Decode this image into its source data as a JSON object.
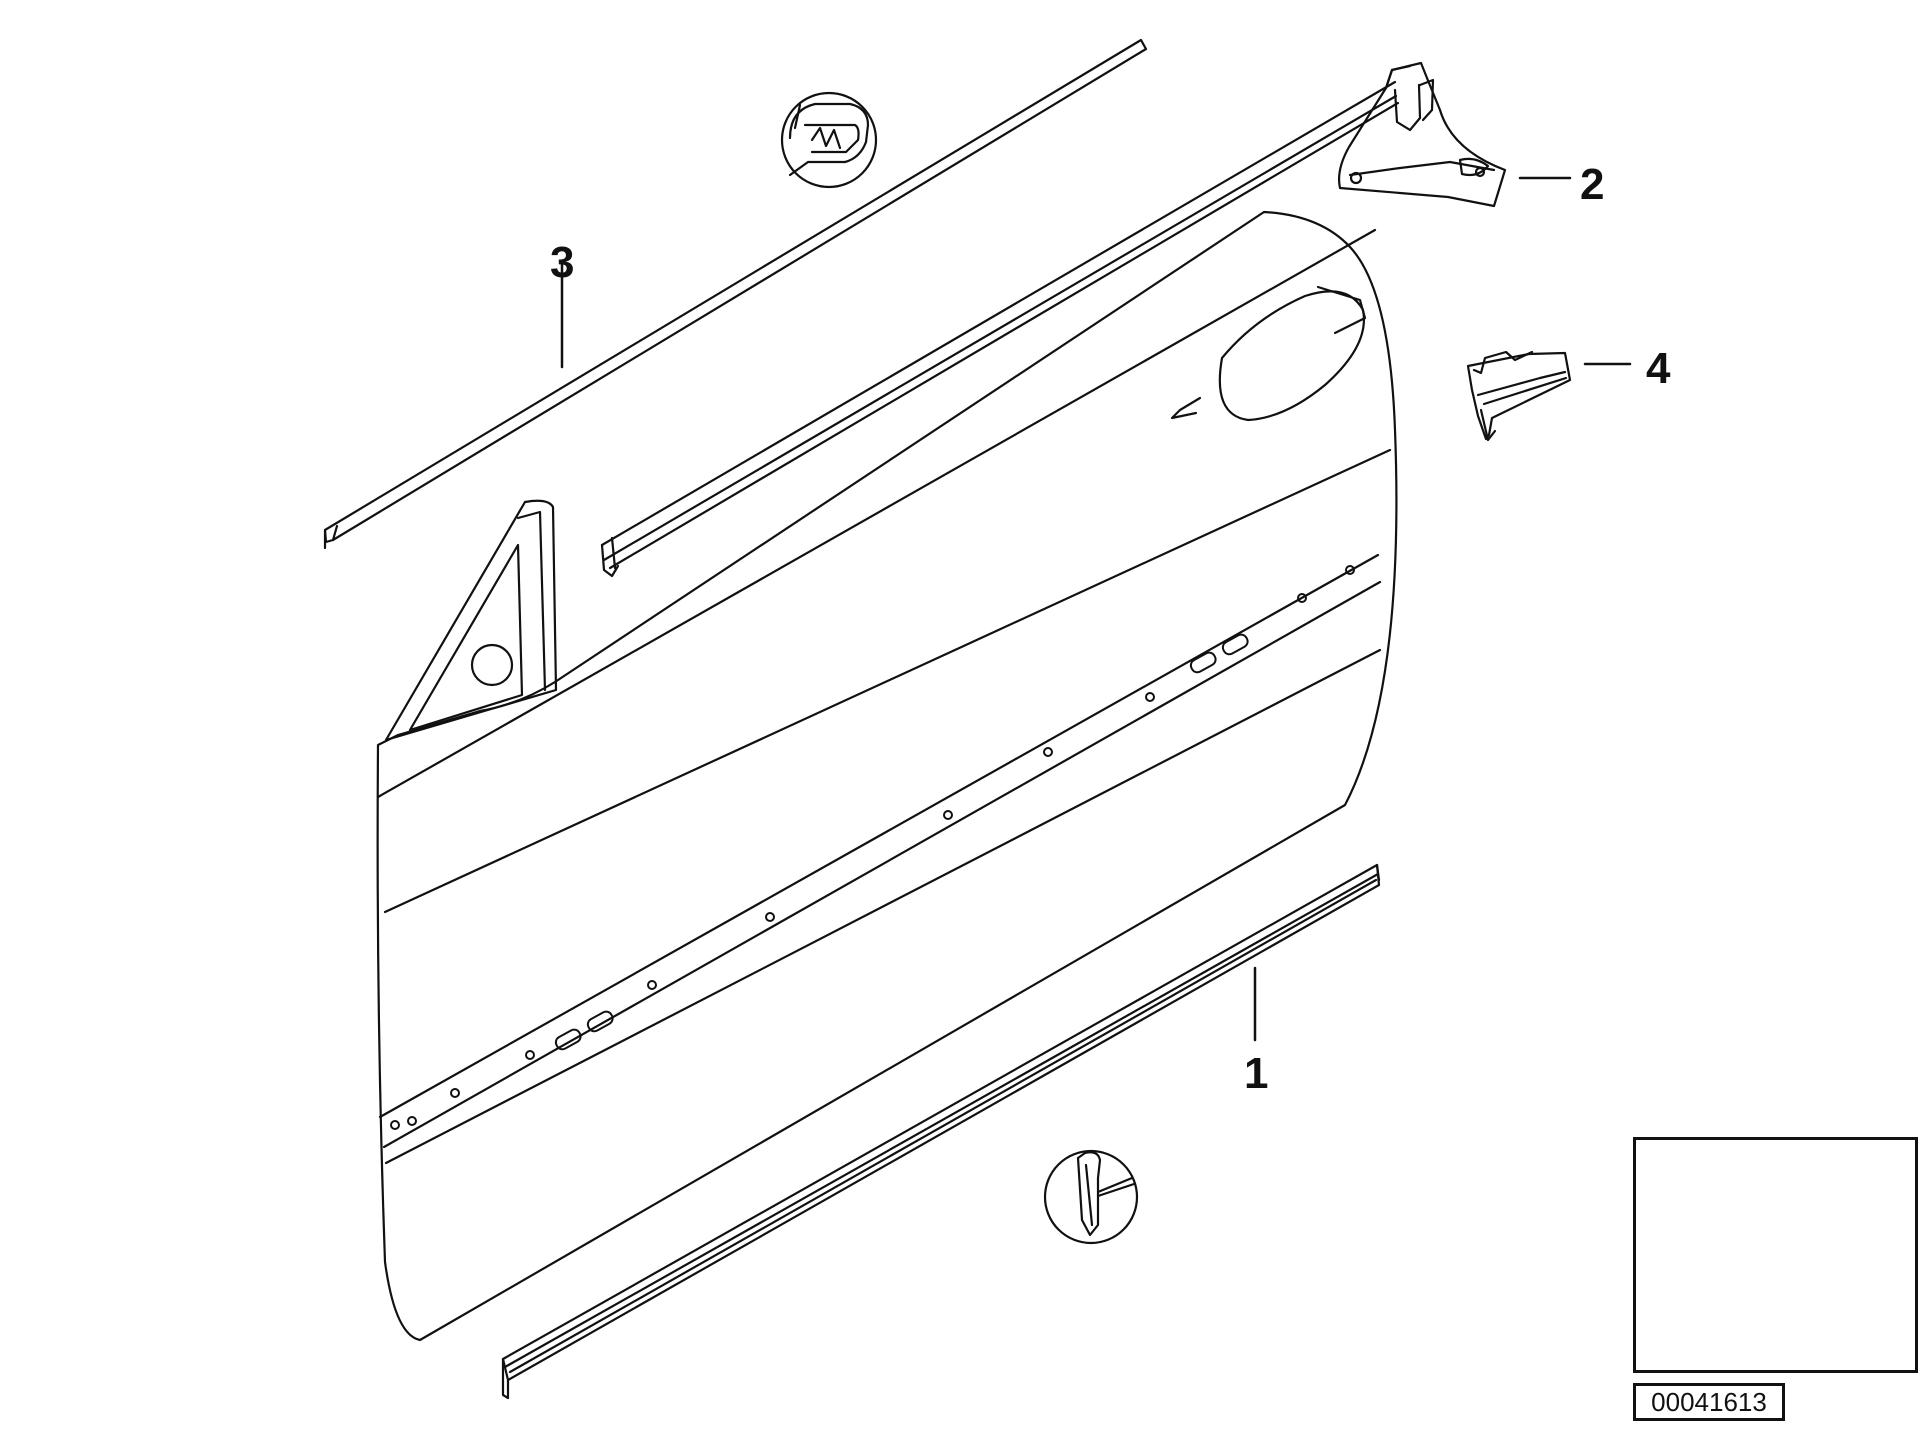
{
  "callouts": {
    "part_1": "1",
    "part_2": "2",
    "part_3": "3",
    "part_4": "4"
  },
  "diagram_id": "00041613",
  "colors": {
    "line": "#111111",
    "background": "#ffffff",
    "marker": "#000000"
  }
}
